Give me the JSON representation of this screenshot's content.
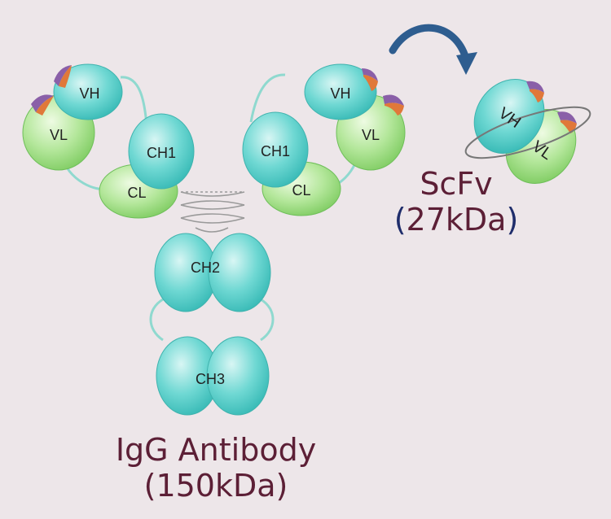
{
  "colors": {
    "heavy_chain": "#5ad0cc",
    "light_chain": "#a6e08e",
    "arrow": "#2e5d8f",
    "caption": "#5c1f36",
    "paren": "#1f2d6b",
    "background": "#ede6e9"
  },
  "igg": {
    "domains": {
      "vh_left": "VH",
      "vl_left": "VL",
      "ch1_left": "CH1",
      "cl_left": "CL",
      "vh_right": "VH",
      "vl_right": "VL",
      "ch1_right": "CH1",
      "cl_right": "CL",
      "ch2": "CH2",
      "ch3": "CH3"
    },
    "caption": {
      "name": "IgG Antibody",
      "paren_open": "(",
      "mass": "150kDa",
      "paren_close": ")"
    }
  },
  "scfv": {
    "domains": {
      "vh": "VH",
      "vl": "VL"
    },
    "caption": {
      "name": "ScFv",
      "paren_open": "(",
      "mass": "27kDa",
      "paren_close": ")"
    }
  },
  "icons": {
    "arrow": "curved-arrow-icon"
  }
}
